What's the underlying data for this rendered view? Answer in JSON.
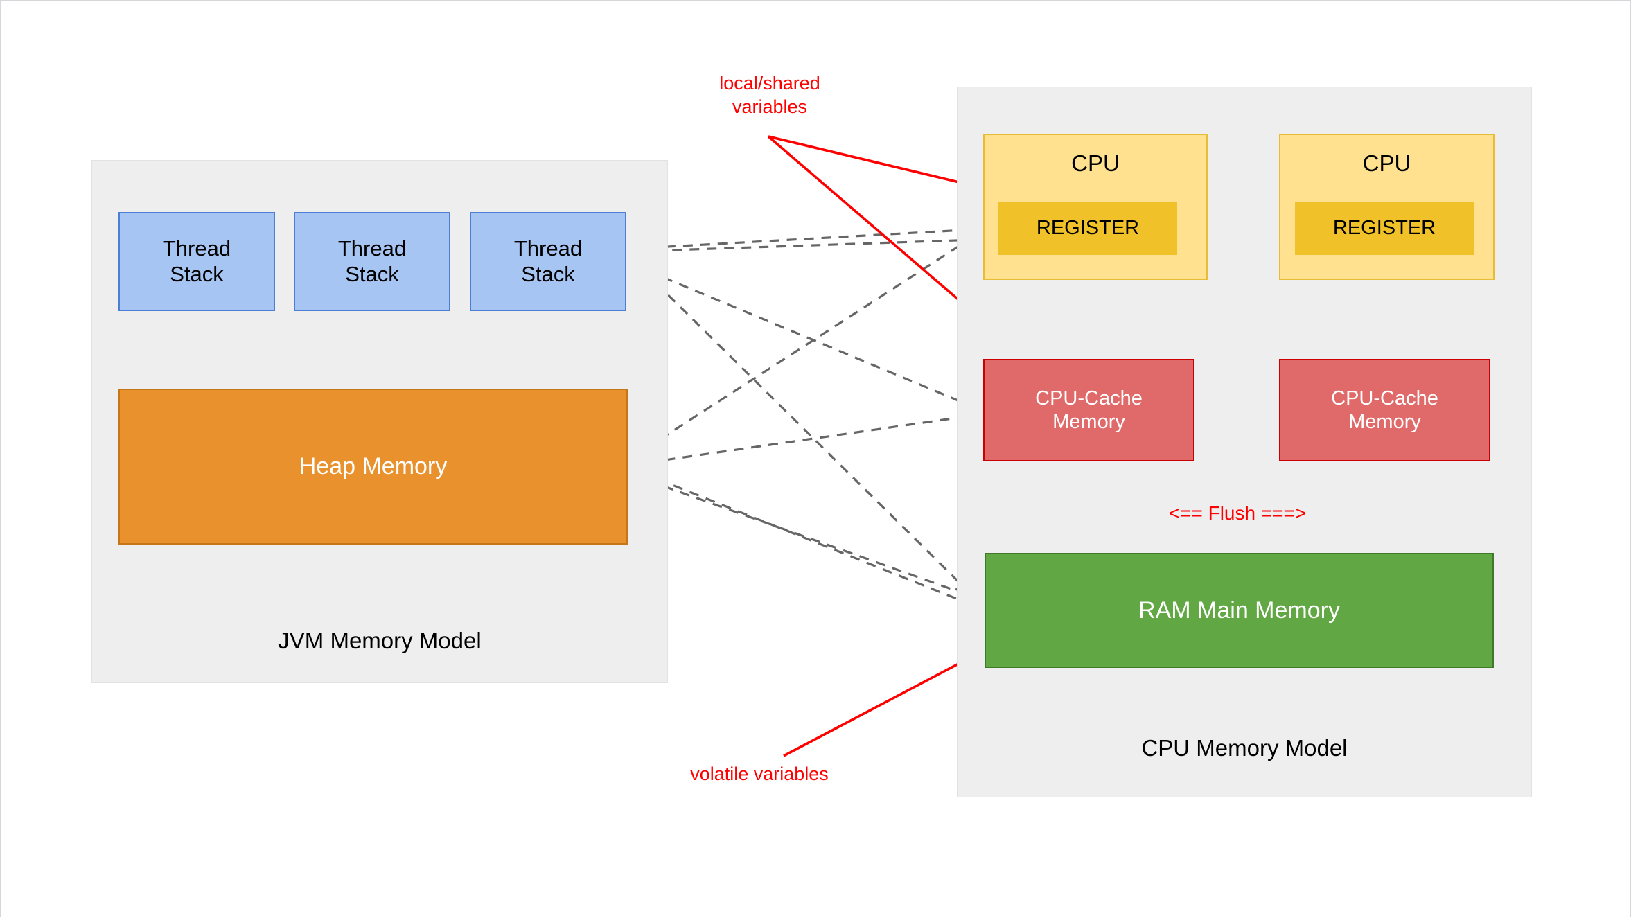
{
  "diagram": {
    "title": "JVM Memory Model and CPU Memory Model",
    "colors": {
      "thread_stack_fill": "#a7c5f2",
      "thread_stack_stroke": "#4a7fd4",
      "heap_fill": "#e8912d",
      "heap_stroke": "#c57618",
      "cpu_fill": "#ffe18f",
      "cpu_stroke": "#e8bc35",
      "register_fill": "#f0c129",
      "cache_fill": "#e06a6a",
      "cache_stroke": "#cc0000",
      "ram_fill": "#61a744",
      "ram_stroke": "#3f7a28",
      "group_fill": "#eeeeee",
      "group_stroke": "#e2e2e2",
      "annotation": "#ff0000",
      "connector": "#666666",
      "background": "#ffffff"
    },
    "groups": [
      {
        "id": "jvm",
        "label": "JVM Memory Model"
      },
      {
        "id": "cpu",
        "label": "CPU Memory Model"
      }
    ],
    "jvm": {
      "label": "JVM Memory Model",
      "thread_stacks": [
        {
          "label": "Thread\nStack"
        },
        {
          "label": "Thread\nStack"
        },
        {
          "label": "Thread\nStack"
        }
      ],
      "heap": {
        "label": "Heap Memory"
      }
    },
    "cpu_model": {
      "label": "CPU Memory Model",
      "cpus": [
        {
          "label": "CPU",
          "register": {
            "label": "REGISTER"
          },
          "cache": {
            "label": "CPU-Cache\nMemory"
          }
        },
        {
          "label": "CPU",
          "register": {
            "label": "REGISTER"
          },
          "cache": {
            "label": "CPU-Cache\nMemory"
          }
        }
      ],
      "ram": {
        "label": "RAM Main Memory"
      }
    },
    "annotations": [
      {
        "id": "local-shared-variables",
        "text": "local/shared\nvariables"
      },
      {
        "id": "volatile-variables",
        "text": "volatile variables"
      },
      {
        "id": "flush",
        "text": "<== Flush ===>"
      }
    ]
  }
}
